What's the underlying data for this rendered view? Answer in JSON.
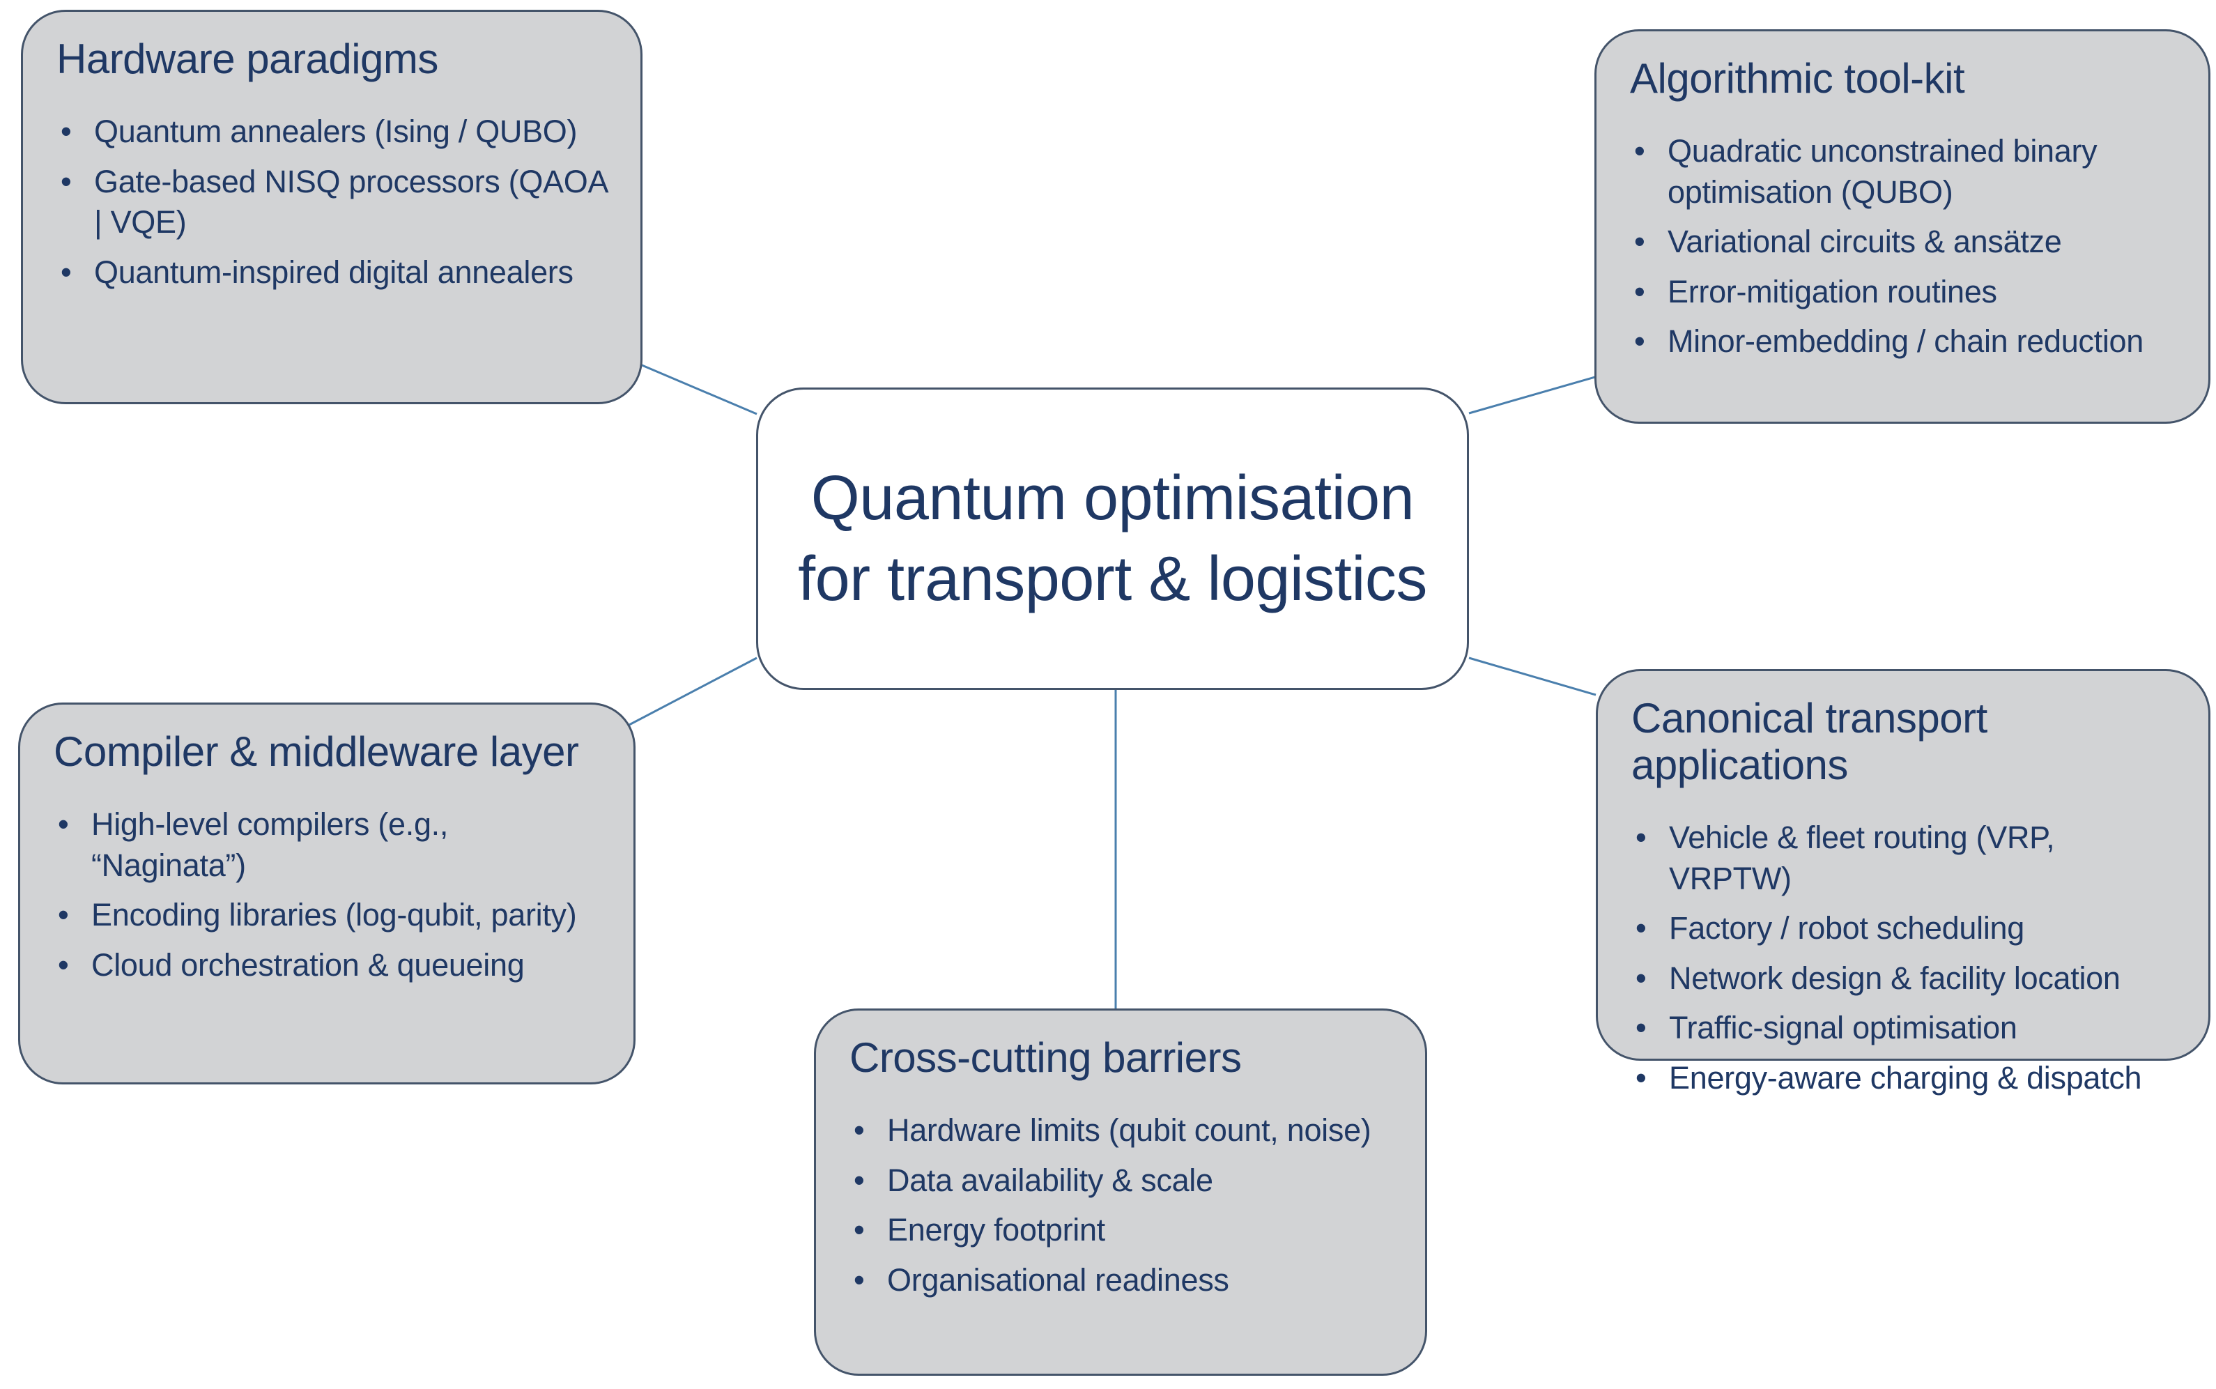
{
  "diagram": {
    "center": {
      "title": "Quantum optimisation for transport & logistics"
    },
    "nodes": [
      {
        "id": "hardware-paradigms",
        "title": "Hardware paradigms",
        "bullets": [
          "Quantum annealers (Ising / QUBO)",
          "Gate-based NISQ processors (QAOA | VQE)",
          "Quantum-inspired digital annealers"
        ]
      },
      {
        "id": "algorithmic-tool-kit",
        "title": "Algorithmic tool-kit",
        "bullets": [
          "Quadratic unconstrained binary optimisation (QUBO)",
          "Variational circuits & ansätze",
          "Error-mitigation routines",
          "Minor-embedding / chain reduction"
        ]
      },
      {
        "id": "compiler-middleware-layer",
        "title": "Compiler & middleware layer",
        "bullets": [
          "High-level compilers (e.g., “Naginata”)",
          "Encoding libraries (log-qubit, parity)",
          "Cloud orchestration & queueing"
        ]
      },
      {
        "id": "canonical-transport-applications",
        "title": "Canonical transport applications",
        "bullets": [
          "Vehicle & fleet routing (VRP, VRPTW)",
          "Factory / robot scheduling",
          "Network design & facility location",
          "Traffic-signal optimisation",
          "Energy-aware charging & dispatch"
        ]
      },
      {
        "id": "cross-cutting-barriers",
        "title": "Cross-cutting barriers",
        "bullets": [
          "Hardware limits (qubit count, noise)",
          "Data availability & scale",
          "Energy footprint",
          "Organisational readiness"
        ]
      }
    ],
    "colors": {
      "node_fill": "#d2d3d5",
      "node_border": "#44546a",
      "center_fill": "#ffffff",
      "text": "#1f3864",
      "connector": "#4a7fad"
    }
  }
}
